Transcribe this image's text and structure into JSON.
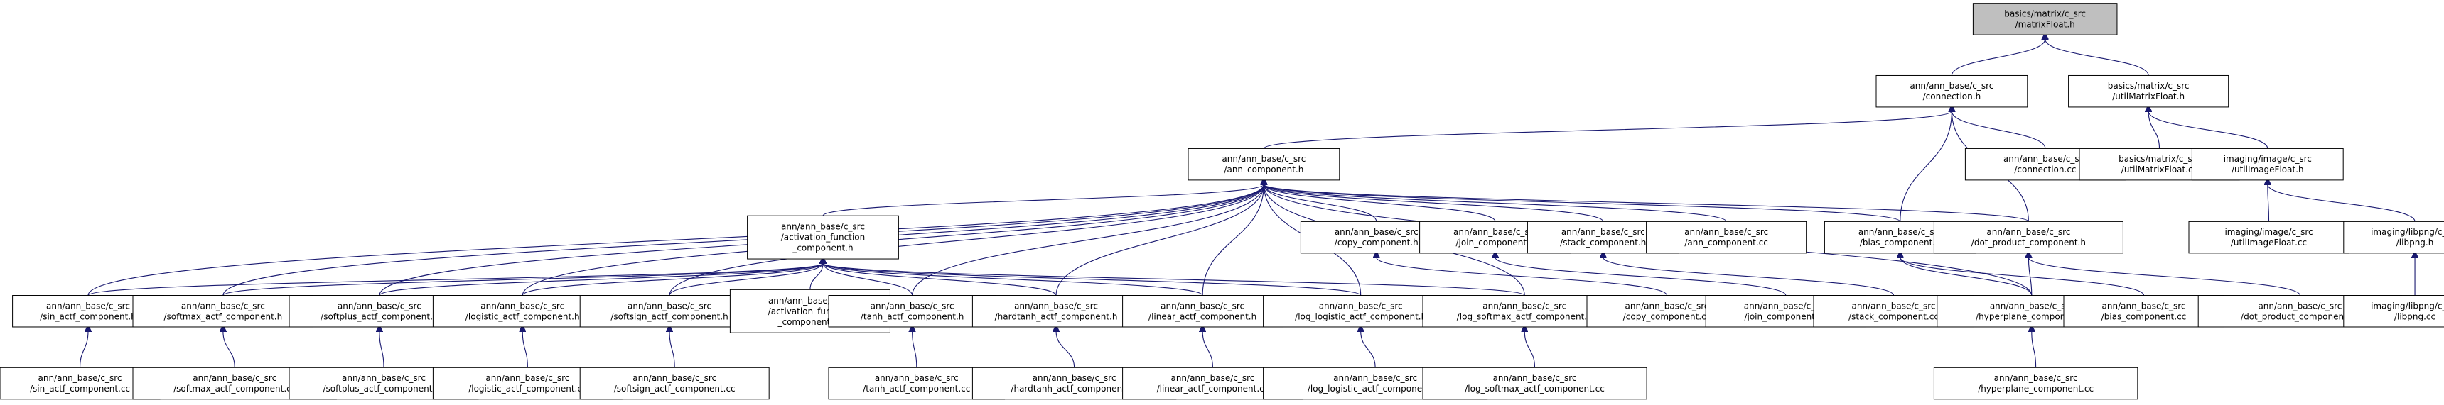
{
  "diagram": {
    "title": "",
    "nodes": [
      {
        "id": "matrixfloat_h",
        "lines": [
          "basics/matrix/c_src",
          "/matrixFloat.h"
        ],
        "root": true
      },
      {
        "id": "connection_h",
        "lines": [
          "ann/ann_base/c_src",
          "/connection.h"
        ]
      },
      {
        "id": "utilmatrixfloat_h",
        "lines": [
          "basics/matrix/c_src",
          "/utilMatrixFloat.h"
        ]
      },
      {
        "id": "ann_component_h",
        "lines": [
          "ann/ann_base/c_src",
          "/ann_component.h"
        ]
      },
      {
        "id": "connection_cc",
        "lines": [
          "ann/ann_base/c_src",
          "/connection.cc"
        ]
      },
      {
        "id": "utilmatrixfloat_cc",
        "lines": [
          "basics/matrix/c_src",
          "/utilMatrixFloat.cc"
        ]
      },
      {
        "id": "utilimagefloat_h",
        "lines": [
          "imaging/image/c_src",
          "/utilImageFloat.h"
        ]
      },
      {
        "id": "activation_function_component_h",
        "lines": [
          "ann/ann_base/c_src",
          "/activation_function",
          "_component.h"
        ]
      },
      {
        "id": "copy_component_h",
        "lines": [
          "ann/ann_base/c_src",
          "/copy_component.h"
        ]
      },
      {
        "id": "join_component_h",
        "lines": [
          "ann/ann_base/c_src",
          "/join_component.h"
        ]
      },
      {
        "id": "stack_component_h",
        "lines": [
          "ann/ann_base/c_src",
          "/stack_component.h"
        ]
      },
      {
        "id": "ann_component_cc",
        "lines": [
          "ann/ann_base/c_src",
          "/ann_component.cc"
        ]
      },
      {
        "id": "bias_component_h",
        "lines": [
          "ann/ann_base/c_src",
          "/bias_component.h"
        ]
      },
      {
        "id": "dot_product_component_h",
        "lines": [
          "ann/ann_base/c_src",
          "/dot_product_component.h"
        ]
      },
      {
        "id": "utilimagefloat_cc",
        "lines": [
          "imaging/image/c_src",
          "/utilImageFloat.cc"
        ]
      },
      {
        "id": "libpng_h",
        "lines": [
          "imaging/libpng/c_src",
          "/libpng.h"
        ]
      },
      {
        "id": "sin_actf_component_h",
        "lines": [
          "ann/ann_base/c_src",
          "/sin_actf_component.h"
        ]
      },
      {
        "id": "softmax_actf_component_h",
        "lines": [
          "ann/ann_base/c_src",
          "/softmax_actf_component.h"
        ]
      },
      {
        "id": "softplus_actf_component_h",
        "lines": [
          "ann/ann_base/c_src",
          "/softplus_actf_component.h"
        ]
      },
      {
        "id": "logistic_actf_component_h",
        "lines": [
          "ann/ann_base/c_src",
          "/logistic_actf_component.h"
        ]
      },
      {
        "id": "softsign_actf_component_h",
        "lines": [
          "ann/ann_base/c_src",
          "/softsign_actf_component.h"
        ]
      },
      {
        "id": "activation_function_component_cc",
        "lines": [
          "ann/ann_base/c_src",
          "/activation_function",
          "_component.cc"
        ]
      },
      {
        "id": "tanh_actf_component_h",
        "lines": [
          "ann/ann_base/c_src",
          "/tanh_actf_component.h"
        ]
      },
      {
        "id": "hardtanh_actf_component_h",
        "lines": [
          "ann/ann_base/c_src",
          "/hardtanh_actf_component.h"
        ]
      },
      {
        "id": "linear_actf_component_h",
        "lines": [
          "ann/ann_base/c_src",
          "/linear_actf_component.h"
        ]
      },
      {
        "id": "log_logistic_actf_component_h",
        "lines": [
          "ann/ann_base/c_src",
          "/log_logistic_actf_component.h"
        ]
      },
      {
        "id": "log_softmax_actf_component_h",
        "lines": [
          "ann/ann_base/c_src",
          "/log_softmax_actf_component.h"
        ]
      },
      {
        "id": "copy_component_cc",
        "lines": [
          "ann/ann_base/c_src",
          "/copy_component.cc"
        ]
      },
      {
        "id": "join_component_cc",
        "lines": [
          "ann/ann_base/c_src",
          "/join_component.cc"
        ]
      },
      {
        "id": "stack_component_cc",
        "lines": [
          "ann/ann_base/c_src",
          "/stack_component.cc"
        ]
      },
      {
        "id": "hyperplane_component_h",
        "lines": [
          "ann/ann_base/c_src",
          "/hyperplane_component.h"
        ]
      },
      {
        "id": "bias_component_cc",
        "lines": [
          "ann/ann_base/c_src",
          "/bias_component.cc"
        ]
      },
      {
        "id": "dot_product_component_cc",
        "lines": [
          "ann/ann_base/c_src",
          "/dot_product_component.cc"
        ]
      },
      {
        "id": "libpng_cc",
        "lines": [
          "imaging/libpng/c_src",
          "/libpng.cc"
        ]
      },
      {
        "id": "sin_actf_component_cc",
        "lines": [
          "ann/ann_base/c_src",
          "/sin_actf_component.cc"
        ]
      },
      {
        "id": "softmax_actf_component_cc",
        "lines": [
          "ann/ann_base/c_src",
          "/softmax_actf_component.cc"
        ]
      },
      {
        "id": "softplus_actf_component_cc",
        "lines": [
          "ann/ann_base/c_src",
          "/softplus_actf_component.cc"
        ]
      },
      {
        "id": "logistic_actf_component_cc",
        "lines": [
          "ann/ann_base/c_src",
          "/logistic_actf_component.cc"
        ]
      },
      {
        "id": "softsign_actf_component_cc",
        "lines": [
          "ann/ann_base/c_src",
          "/softsign_actf_component.cc"
        ]
      },
      {
        "id": "tanh_actf_component_cc",
        "lines": [
          "ann/ann_base/c_src",
          "/tanh_actf_component.cc"
        ]
      },
      {
        "id": "hardtanh_actf_component_cc",
        "lines": [
          "ann/ann_base/c_src",
          "/hardtanh_actf_component.cc"
        ]
      },
      {
        "id": "linear_actf_component_cc",
        "lines": [
          "ann/ann_base/c_src",
          "/linear_actf_component.cc"
        ]
      },
      {
        "id": "log_logistic_actf_component_cc",
        "lines": [
          "ann/ann_base/c_src",
          "/log_logistic_actf_component.cc"
        ]
      },
      {
        "id": "log_softmax_actf_component_cc",
        "lines": [
          "ann/ann_base/c_src",
          "/log_softmax_actf_component.cc"
        ]
      },
      {
        "id": "hyperplane_component_cc",
        "lines": [
          "ann/ann_base/c_src",
          "/hyperplane_component.cc"
        ]
      }
    ],
    "edges": [
      [
        "connection_h",
        "matrixfloat_h"
      ],
      [
        "utilmatrixfloat_h",
        "matrixfloat_h"
      ],
      [
        "ann_component_h",
        "connection_h"
      ],
      [
        "connection_cc",
        "connection_h"
      ],
      [
        "bias_component_h",
        "connection_h"
      ],
      [
        "dot_product_component_h",
        "connection_h"
      ],
      [
        "utilmatrixfloat_cc",
        "utilmatrixfloat_h"
      ],
      [
        "utilimagefloat_h",
        "utilmatrixfloat_h"
      ],
      [
        "utilimagefloat_cc",
        "utilimagefloat_h"
      ],
      [
        "libpng_h",
        "utilimagefloat_h"
      ],
      [
        "libpng_cc",
        "libpng_h"
      ],
      [
        "activation_function_component_h",
        "ann_component_h"
      ],
      [
        "copy_component_h",
        "ann_component_h"
      ],
      [
        "join_component_h",
        "ann_component_h"
      ],
      [
        "stack_component_h",
        "ann_component_h"
      ],
      [
        "ann_component_cc",
        "ann_component_h"
      ],
      [
        "bias_component_h",
        "ann_component_h"
      ],
      [
        "dot_product_component_h",
        "ann_component_h"
      ],
      [
        "sin_actf_component_h",
        "ann_component_h"
      ],
      [
        "softmax_actf_component_h",
        "ann_component_h"
      ],
      [
        "softplus_actf_component_h",
        "ann_component_h"
      ],
      [
        "logistic_actf_component_h",
        "ann_component_h"
      ],
      [
        "softsign_actf_component_h",
        "ann_component_h"
      ],
      [
        "tanh_actf_component_h",
        "ann_component_h"
      ],
      [
        "hardtanh_actf_component_h",
        "ann_component_h"
      ],
      [
        "linear_actf_component_h",
        "ann_component_h"
      ],
      [
        "log_logistic_actf_component_h",
        "ann_component_h"
      ],
      [
        "log_softmax_actf_component_h",
        "ann_component_h"
      ],
      [
        "hyperplane_component_h",
        "ann_component_h"
      ],
      [
        "sin_actf_component_h",
        "activation_function_component_h"
      ],
      [
        "softmax_actf_component_h",
        "activation_function_component_h"
      ],
      [
        "softplus_actf_component_h",
        "activation_function_component_h"
      ],
      [
        "logistic_actf_component_h",
        "activation_function_component_h"
      ],
      [
        "softsign_actf_component_h",
        "activation_function_component_h"
      ],
      [
        "activation_function_component_cc",
        "activation_function_component_h"
      ],
      [
        "tanh_actf_component_h",
        "activation_function_component_h"
      ],
      [
        "hardtanh_actf_component_h",
        "activation_function_component_h"
      ],
      [
        "linear_actf_component_h",
        "activation_function_component_h"
      ],
      [
        "log_logistic_actf_component_h",
        "activation_function_component_h"
      ],
      [
        "log_softmax_actf_component_h",
        "activation_function_component_h"
      ],
      [
        "copy_component_cc",
        "copy_component_h"
      ],
      [
        "join_component_cc",
        "join_component_h"
      ],
      [
        "stack_component_cc",
        "stack_component_h"
      ],
      [
        "hyperplane_component_h",
        "bias_component_h"
      ],
      [
        "bias_component_cc",
        "bias_component_h"
      ],
      [
        "hyperplane_component_h",
        "dot_product_component_h"
      ],
      [
        "dot_product_component_cc",
        "dot_product_component_h"
      ],
      [
        "sin_actf_component_cc",
        "sin_actf_component_h"
      ],
      [
        "softmax_actf_component_cc",
        "softmax_actf_component_h"
      ],
      [
        "softplus_actf_component_cc",
        "softplus_actf_component_h"
      ],
      [
        "logistic_actf_component_cc",
        "logistic_actf_component_h"
      ],
      [
        "softsign_actf_component_cc",
        "softsign_actf_component_h"
      ],
      [
        "tanh_actf_component_cc",
        "tanh_actf_component_h"
      ],
      [
        "hardtanh_actf_component_cc",
        "hardtanh_actf_component_h"
      ],
      [
        "linear_actf_component_cc",
        "linear_actf_component_h"
      ],
      [
        "log_logistic_actf_component_cc",
        "log_logistic_actf_component_h"
      ],
      [
        "log_softmax_actf_component_cc",
        "log_softmax_actf_component_h"
      ],
      [
        "hyperplane_component_cc",
        "hyperplane_component_h"
      ]
    ],
    "colors": {
      "edge": "#191970",
      "node_fill": "#ffffff",
      "root_fill": "#bfbfbf",
      "node_border": "#000000",
      "text": "#000000"
    }
  }
}
